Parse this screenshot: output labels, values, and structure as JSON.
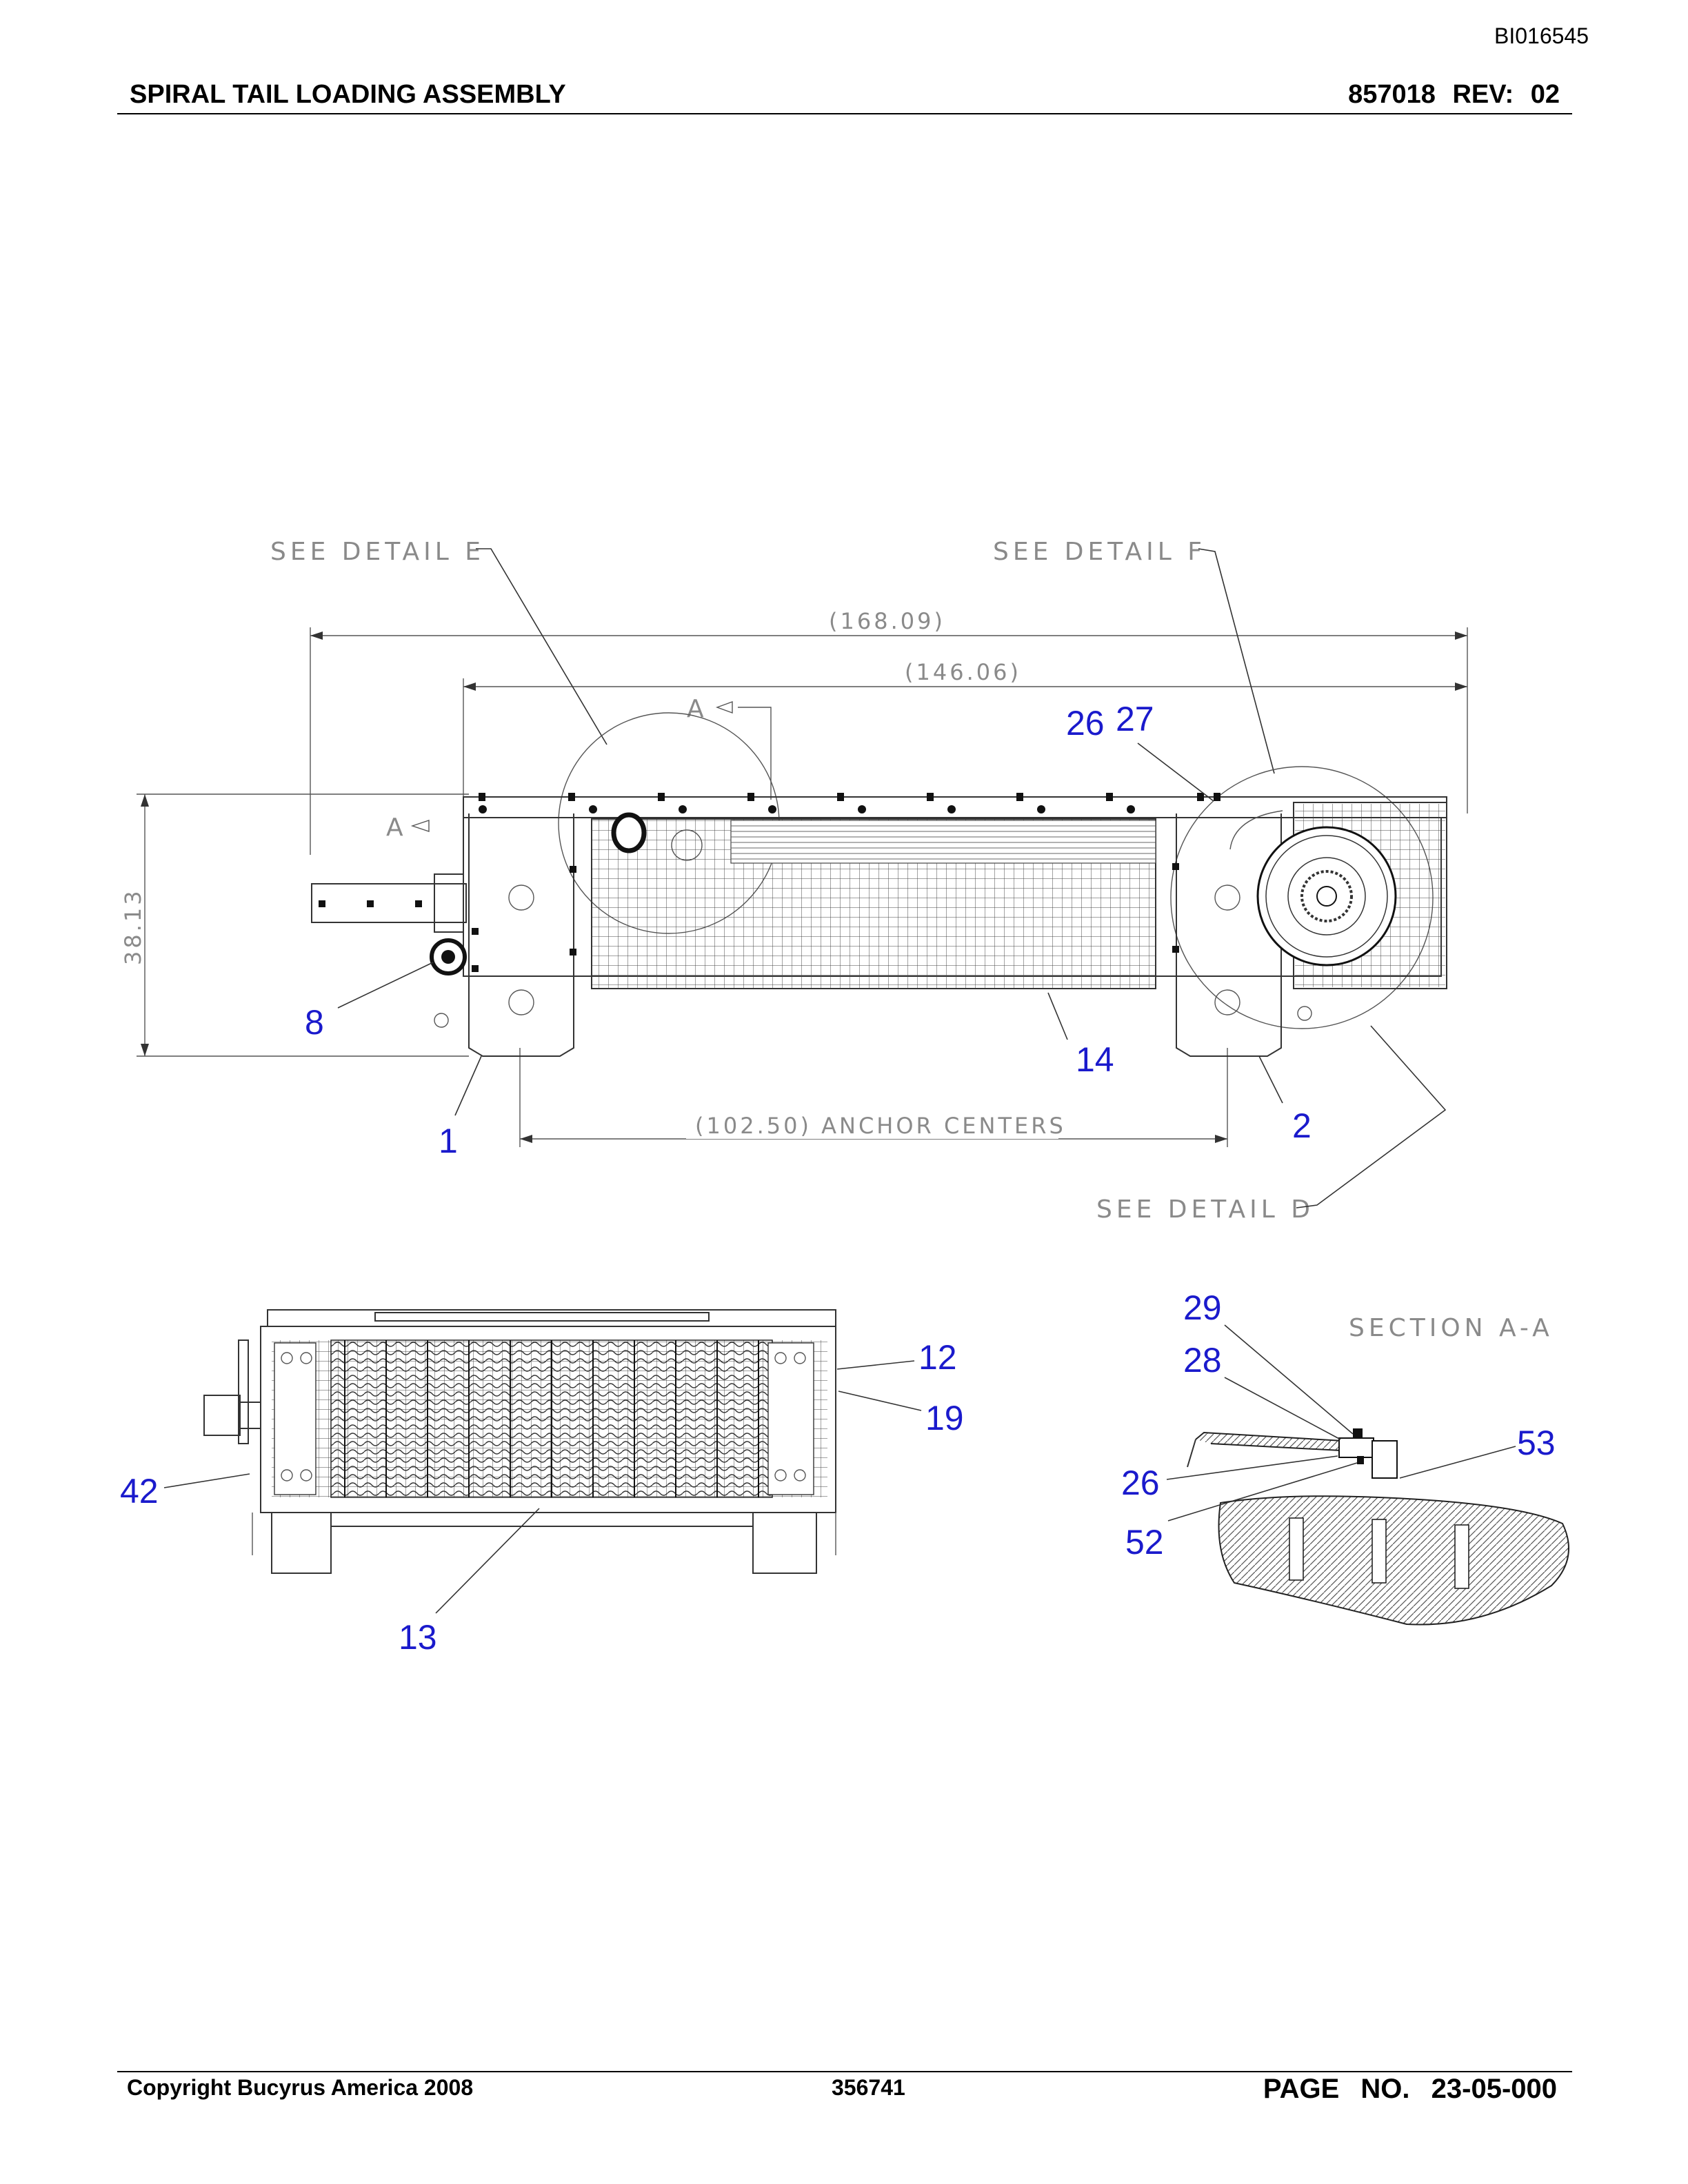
{
  "header": {
    "doc_id": "BI016545",
    "title": "SPIRAL TAIL LOADING ASSEMBLY",
    "part_rev": "857018   REV:   02"
  },
  "footer": {
    "copyright": "Copyright Bucyrus America 2008",
    "number": "356741",
    "page": "PAGE NO.   23-05-000"
  },
  "notes": {
    "detail_e": "SEE DETAIL  E",
    "detail_f": "SEE DETAIL  F",
    "detail_d": "SEE DETAIL  D",
    "section_label": "SECTION  A-A",
    "section_marker": "A"
  },
  "dimensions": {
    "overall": "(168.09)",
    "frame": "(146.06)",
    "height": "38.13",
    "anchor": "(102.50) ANCHOR CENTERS"
  },
  "callouts": {
    "c26_top": "26",
    "c27": "27",
    "c8": "8",
    "c14": "14",
    "c1": "1",
    "c2": "2",
    "c29": "29",
    "c28": "28",
    "c12": "12",
    "c19": "19",
    "c53": "53",
    "c42": "42",
    "c26_sec": "26",
    "c52": "52",
    "c13": "13"
  }
}
